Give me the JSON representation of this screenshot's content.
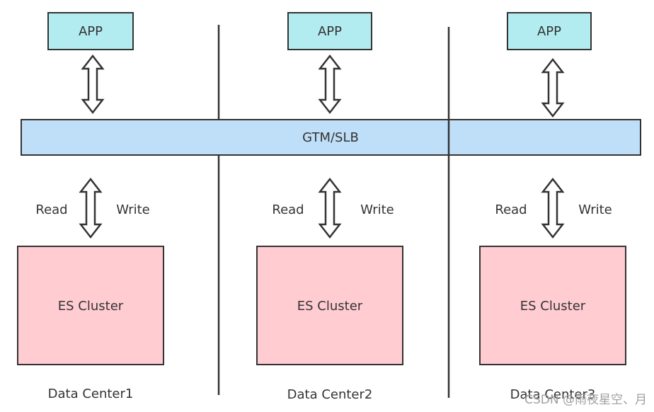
{
  "diagram": {
    "app_label": "APP",
    "gateway_label": "GTM/SLB",
    "read_label": "Read",
    "write_label": "Write",
    "cluster_label": "ES Cluster",
    "data_centers": [
      {
        "name": "Data Center1"
      },
      {
        "name": "Data Center2"
      },
      {
        "name": "Data Center3"
      }
    ]
  },
  "watermark": "CSDN @雨夜星空、月",
  "colors": {
    "app_fill": "#b3ecf0",
    "gateway_fill": "#bfdff8",
    "cluster_fill": "#ffccd2",
    "stroke": "#333333"
  }
}
